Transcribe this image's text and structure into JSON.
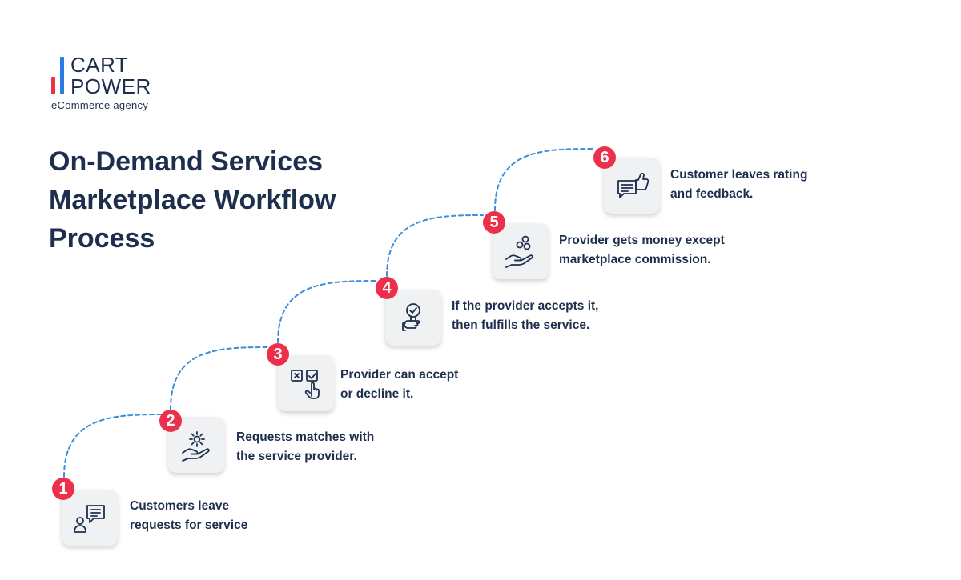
{
  "logo": {
    "line1": "CART",
    "line2": "POWER",
    "tagline": "eCommerce agency"
  },
  "title": {
    "line1": "On-Demand Services",
    "line2": "Marketplace Workflow",
    "line3": "Process"
  },
  "colors": {
    "heading": "#1e2f4d",
    "badge": "#ec2f4b",
    "connector": "#3b8fd9",
    "logo_red": "#e8334a",
    "logo_blue": "#2b7be4"
  },
  "steps": [
    {
      "number": "1",
      "icon": "customer-request-icon",
      "line1": "Customers leave",
      "line2": "requests for service"
    },
    {
      "number": "2",
      "icon": "gear-hand-icon",
      "line1": "Requests matches with",
      "line2": "the service provider."
    },
    {
      "number": "3",
      "icon": "accept-decline-icon",
      "line1": "Provider can accept",
      "line2": "or decline it."
    },
    {
      "number": "4",
      "icon": "approved-service-icon",
      "line1": "If the provider accepts it,",
      "line2": "then fulfills the service."
    },
    {
      "number": "5",
      "icon": "money-hand-icon",
      "line1": "Provider gets money except",
      "line2": "marketplace commission."
    },
    {
      "number": "6",
      "icon": "rating-feedback-icon",
      "line1": "Customer leaves rating",
      "line2": "and feedback."
    }
  ]
}
